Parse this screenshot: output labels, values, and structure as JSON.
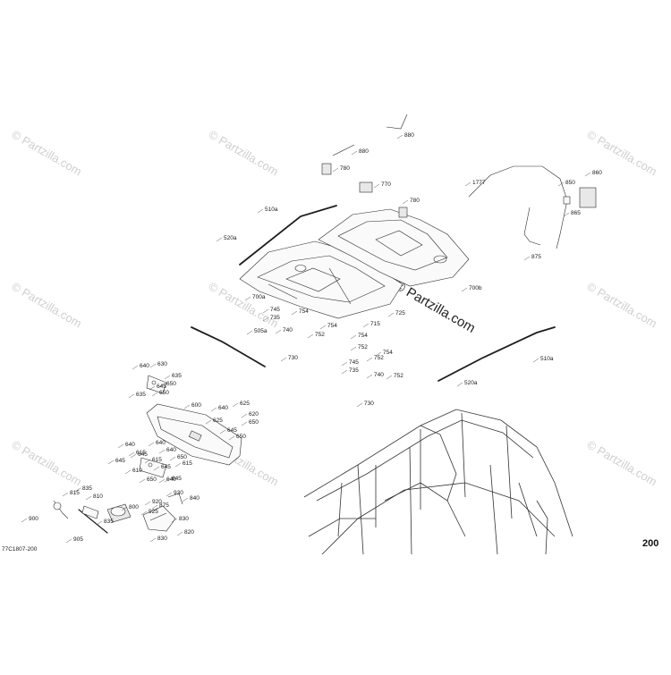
{
  "diagram": {
    "labels": [
      {
        "id": "880-top",
        "text": "880"
      },
      {
        "id": "880-mid",
        "text": "880"
      },
      {
        "id": "780-a",
        "text": "780"
      },
      {
        "id": "770",
        "text": "770"
      },
      {
        "id": "780-b",
        "text": "780"
      },
      {
        "id": "860",
        "text": "860"
      },
      {
        "id": "850",
        "text": "850"
      },
      {
        "id": "865",
        "text": "865"
      },
      {
        "id": "1777",
        "text": "1777"
      },
      {
        "id": "875-right",
        "text": "875"
      },
      {
        "id": "510a-top",
        "text": "510a"
      },
      {
        "id": "520a-top",
        "text": "520a"
      },
      {
        "id": "700a",
        "text": "700a"
      },
      {
        "id": "700b",
        "text": "700b"
      },
      {
        "id": "745-a",
        "text": "745"
      },
      {
        "id": "735-a",
        "text": "735"
      },
      {
        "id": "754-a",
        "text": "754"
      },
      {
        "id": "754-b",
        "text": "754"
      },
      {
        "id": "752-a",
        "text": "752"
      },
      {
        "id": "725",
        "text": "725"
      },
      {
        "id": "715",
        "text": "715"
      },
      {
        "id": "740-a",
        "text": "740"
      },
      {
        "id": "730-a",
        "text": "730"
      },
      {
        "id": "505a",
        "text": "505a"
      },
      {
        "id": "754-c",
        "text": "754"
      },
      {
        "id": "752-b",
        "text": "752"
      },
      {
        "id": "754-d",
        "text": "754"
      },
      {
        "id": "745-b",
        "text": "745"
      },
      {
        "id": "735-b",
        "text": "735"
      },
      {
        "id": "752-c",
        "text": "752"
      },
      {
        "id": "752-d",
        "text": "752"
      },
      {
        "id": "740-b",
        "text": "740"
      },
      {
        "id": "730-b",
        "text": "730"
      },
      {
        "id": "510a-bottom",
        "text": "510a"
      },
      {
        "id": "520a-bottom",
        "text": "520a"
      },
      {
        "id": "640-a",
        "text": "640"
      },
      {
        "id": "630",
        "text": "630"
      },
      {
        "id": "635-a",
        "text": "635"
      },
      {
        "id": "650-a",
        "text": "650"
      },
      {
        "id": "645-a",
        "text": "645"
      },
      {
        "id": "635-b",
        "text": "635"
      },
      {
        "id": "650-b",
        "text": "650"
      },
      {
        "id": "600",
        "text": "600"
      },
      {
        "id": "640-b",
        "text": "640"
      },
      {
        "id": "625",
        "text": "625"
      },
      {
        "id": "620-a",
        "text": "620"
      },
      {
        "id": "625-b",
        "text": "625"
      },
      {
        "id": "650-c",
        "text": "650"
      },
      {
        "id": "645-b",
        "text": "645"
      },
      {
        "id": "650-d",
        "text": "650"
      },
      {
        "id": "640-c",
        "text": "640"
      },
      {
        "id": "640-d",
        "text": "640"
      },
      {
        "id": "615-a",
        "text": "615"
      },
      {
        "id": "640-e",
        "text": "640"
      },
      {
        "id": "645-c",
        "text": "645"
      },
      {
        "id": "645-d",
        "text": "645"
      },
      {
        "id": "650-e",
        "text": "650"
      },
      {
        "id": "615-b",
        "text": "615"
      },
      {
        "id": "610",
        "text": "610"
      },
      {
        "id": "645-e",
        "text": "645"
      },
      {
        "id": "650-f",
        "text": "650"
      },
      {
        "id": "615-c",
        "text": "615"
      },
      {
        "id": "640-f",
        "text": "640"
      },
      {
        "id": "645-f",
        "text": "645"
      },
      {
        "id": "835-a",
        "text": "835"
      },
      {
        "id": "815",
        "text": "815"
      },
      {
        "id": "810",
        "text": "810"
      },
      {
        "id": "800",
        "text": "800"
      },
      {
        "id": "930",
        "text": "930"
      },
      {
        "id": "920",
        "text": "920"
      },
      {
        "id": "840",
        "text": "840"
      },
      {
        "id": "925",
        "text": "925"
      },
      {
        "id": "875-left",
        "text": "875"
      },
      {
        "id": "830-a",
        "text": "830"
      },
      {
        "id": "820",
        "text": "820"
      },
      {
        "id": "830-b",
        "text": "830"
      },
      {
        "id": "835-b",
        "text": "835"
      },
      {
        "id": "900",
        "text": "900"
      },
      {
        "id": "905",
        "text": "905"
      }
    ],
    "watermark": "© Partzilla.com",
    "drawing_code": "77C1807-200",
    "page_number": "200"
  }
}
